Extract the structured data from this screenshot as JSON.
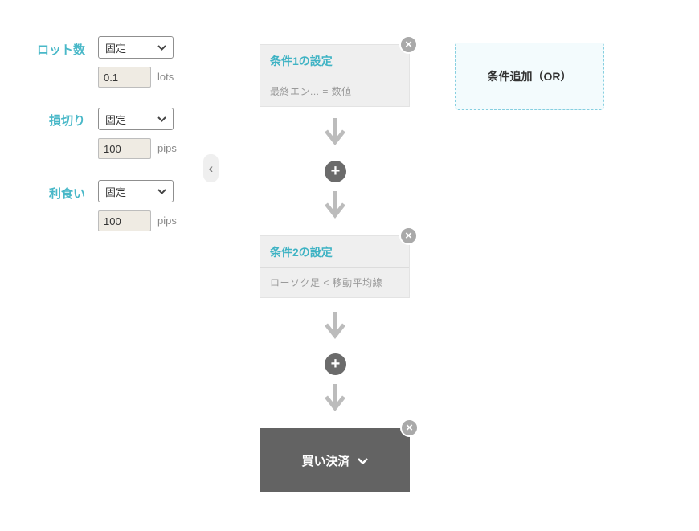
{
  "sidebar": {
    "fields": [
      {
        "label": "ロット数",
        "type": "固定",
        "value": "0.1",
        "unit": "lots"
      },
      {
        "label": "損切り",
        "type": "固定",
        "value": "100",
        "unit": "pips"
      },
      {
        "label": "利食い",
        "type": "固定",
        "value": "100",
        "unit": "pips"
      }
    ],
    "collapse_glyph": "‹"
  },
  "flow": {
    "cards": [
      {
        "title": "条件1の設定",
        "summary": "最終エン... = 数値"
      },
      {
        "title": "条件2の設定",
        "summary": "ローソク足 < 移動平均線"
      }
    ],
    "action_label": "買い決済",
    "or_button_label": "条件追加（OR）"
  },
  "icons": {
    "close": "×",
    "plus": "+"
  },
  "colors": {
    "accent": "#49b8c8",
    "dark_button": "#636363",
    "card_bg": "#efefef",
    "or_border": "#86cfe0",
    "or_bg": "#f3fbfd"
  }
}
